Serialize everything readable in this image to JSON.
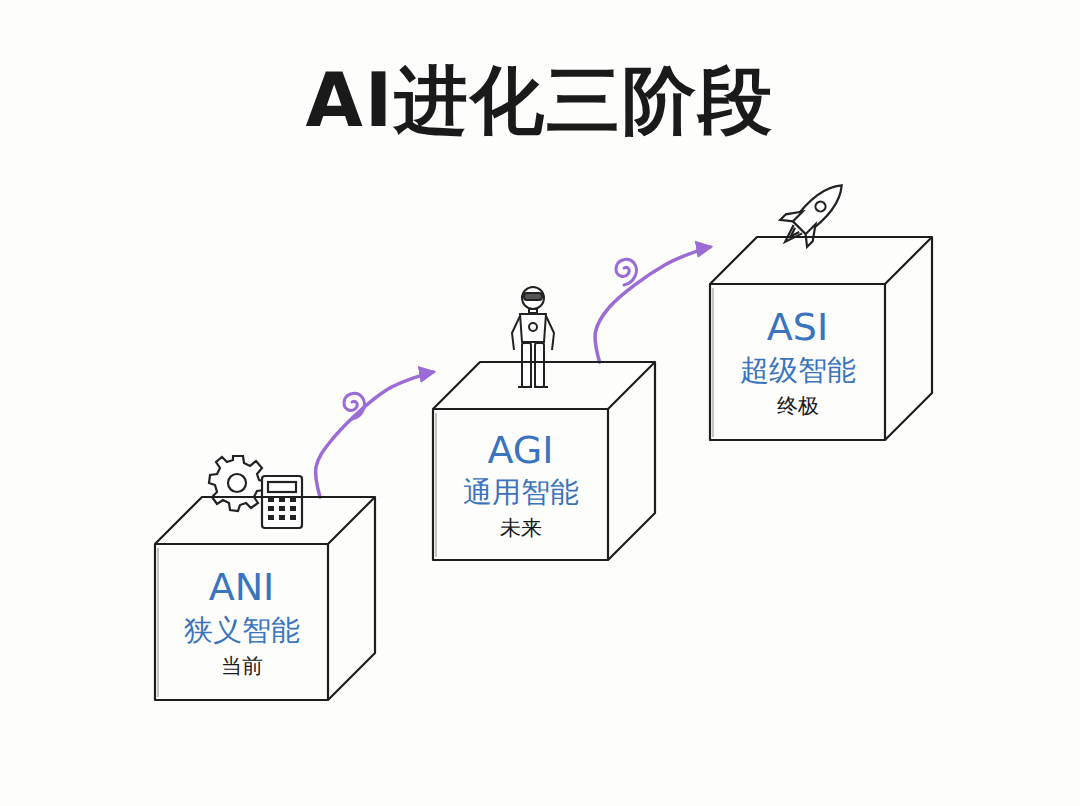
{
  "diagram": {
    "title": "AI进化三阶段",
    "nodes": [
      {
        "text": [
          "ANI",
          "狭义智能",
          "当前"
        ]
      },
      {
        "text": [
          "AGI",
          "通用智能",
          "未来"
        ]
      },
      {
        "text": [
          "ASI",
          "超级智能",
          "终极"
        ]
      }
    ],
    "edges": [
      {
        "from": 0,
        "to": 1,
        "arrow": "to"
      },
      {
        "from": 1,
        "to": 2,
        "arrow": "to"
      }
    ]
  }
}
